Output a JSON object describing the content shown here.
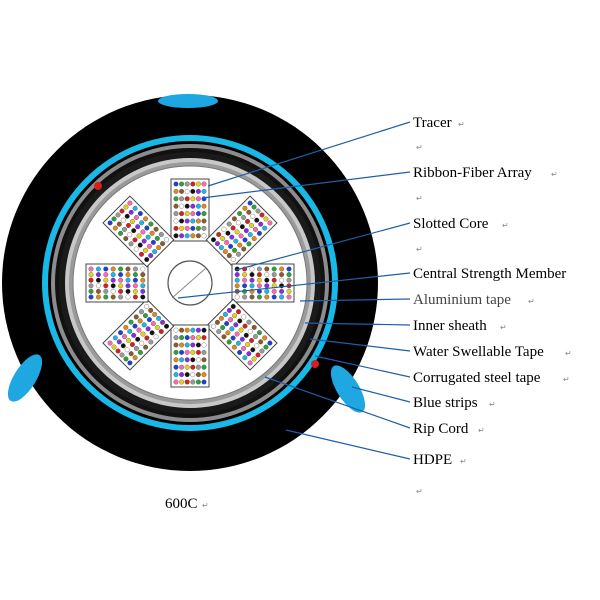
{
  "labels": [
    {
      "id": "tracer",
      "text": "Tracer"
    },
    {
      "id": "ribbon-fiber-array",
      "text": "Ribbon-Fiber Array"
    },
    {
      "id": "slotted-core",
      "text": "Slotted Core"
    },
    {
      "id": "central-strength-member",
      "text": "Central Strength Member"
    },
    {
      "id": "aluminium-tape",
      "text": "Aluminium tape"
    },
    {
      "id": "inner-sheath",
      "text": "Inner sheath"
    },
    {
      "id": "water-swellable-tape",
      "text": "Water Swellable Tape"
    },
    {
      "id": "corrugated-steel-tape",
      "text": "Corrugated steel tape"
    },
    {
      "id": "blue-strips",
      "text": "Blue strips"
    },
    {
      "id": "rip-cord",
      "text": "Rip Cord"
    },
    {
      "id": "hdpe",
      "text": "HDPE"
    }
  ],
  "model": "600C",
  "paragraph_mark": "↵",
  "colors": {
    "outer_jacket": "#000000",
    "blue_strip": "#1ea7e1",
    "water_swellable_tape": "#19b8e6",
    "steel_tape": "#8c8c8c",
    "aluminium_tape": "#c8c8c8",
    "slotted_core": "#ffffff",
    "rip_cord": "#d61f1f",
    "leader_line": "#1f5fa8"
  }
}
